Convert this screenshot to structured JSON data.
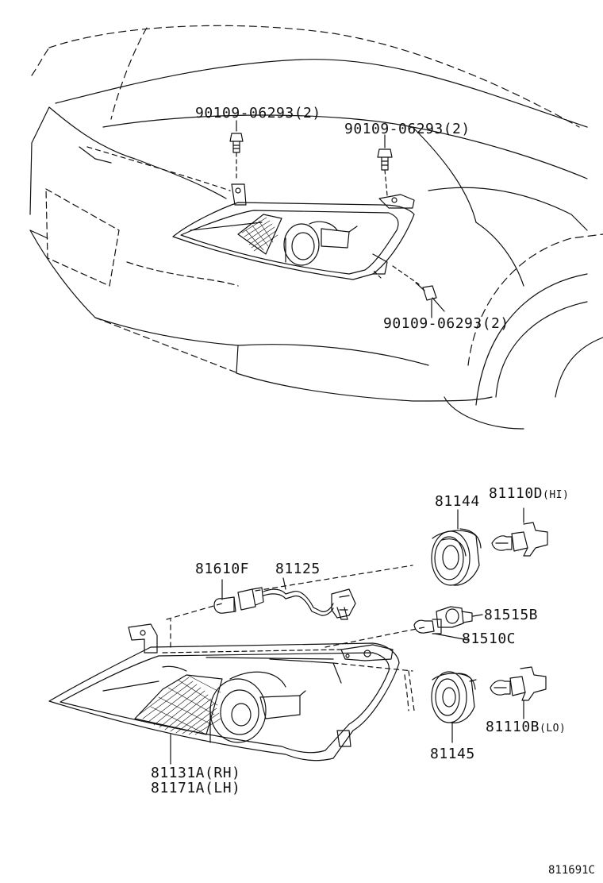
{
  "labels": {
    "bolt_top_left": "90109-06293(2)",
    "bolt_top_right": "90109-06293(2)",
    "bolt_lower": "90109-06293(2)",
    "part_81144": "81144",
    "part_81110D": "81110D",
    "part_81110D_note": "(HI)",
    "part_81610F": "81610F",
    "part_81125": "81125",
    "part_81515B": "81515B",
    "part_81510C": "81510C",
    "part_81145": "81145",
    "part_81110B": "81110B",
    "part_81110B_note": "(LO)",
    "part_81131A": "81131A(RH)",
    "part_81171A": "81171A(LH)"
  },
  "diagram_ref": "811691C",
  "colors": {
    "ink": "#111111",
    "background": "#ffffff"
  }
}
